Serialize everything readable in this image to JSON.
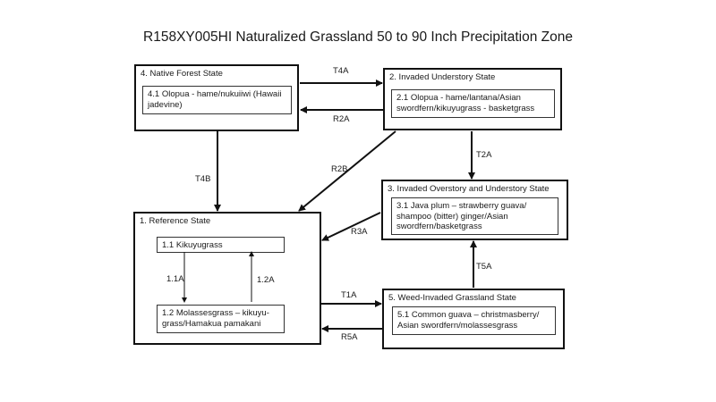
{
  "title": "R158XY005HI Naturalized Grassland 50 to 90 Inch Precipitation Zone",
  "states": {
    "s4": {
      "label": "4. Native Forest State",
      "phase": "4.1 Olopua - hame/nukuiiwi (Hawaii jadevine)"
    },
    "s2": {
      "label": "2. Invaded Understory State",
      "phase": "2.1 Olopua - hame/lantana/Asian swordfern/kikuyugrass - basketgrass"
    },
    "s3": {
      "label": "3. Invaded Overstory and Understory State",
      "phase": "3.1 Java plum – strawberry guava/ shampoo (bitter) ginger/Asian swordfern/basketgrass"
    },
    "s1": {
      "label": "1. Reference State",
      "phase1": "1.1  Kikuyugrass",
      "phase2": "1.2 Molassesgrass – kikuyu-grass/Hamakua pamakani"
    },
    "s5": {
      "label": "5. Weed-Invaded Grassland State",
      "phase": "5.1 Common guava – christmasberry/ Asian swordfern/molassesgrass"
    }
  },
  "transitions": {
    "t4a": "T4A",
    "r2a": "R2A",
    "t4b": "T4B",
    "r2b": "R2B",
    "t2a": "T2A",
    "r3a": "R3A",
    "t5a": "T5A",
    "t1a": "T1A",
    "r5a": "R5A",
    "p11a": "1.1A",
    "p12a": "1.2A"
  }
}
